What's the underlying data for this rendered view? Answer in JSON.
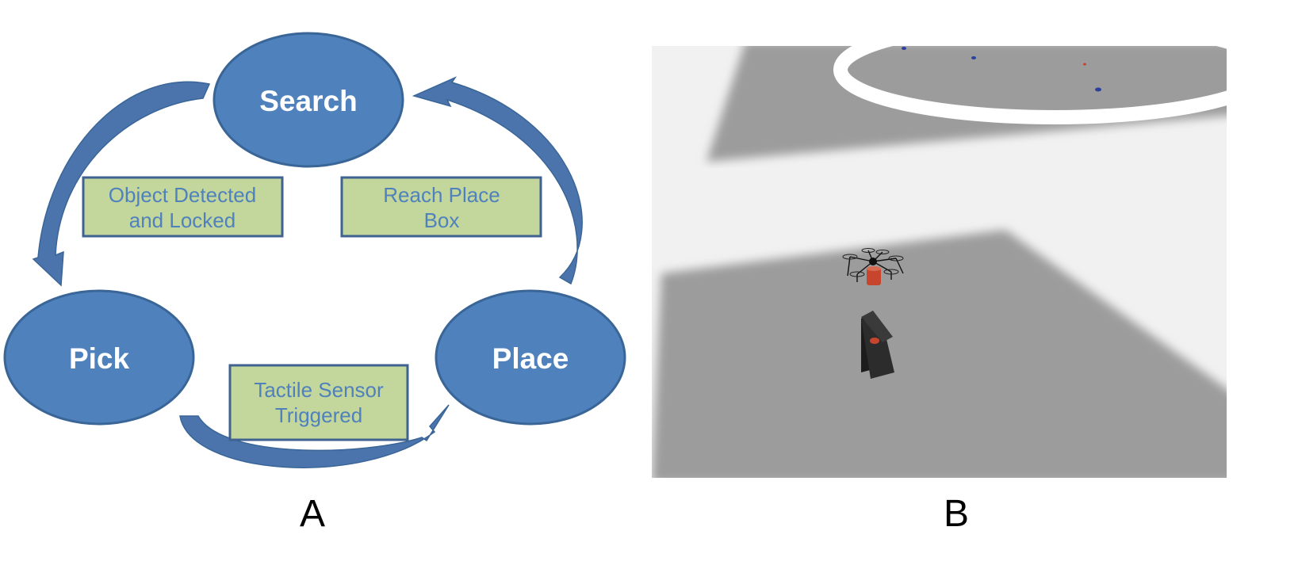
{
  "panel_a": {
    "states": {
      "search": "Search",
      "pick": "Pick",
      "place": "Place"
    },
    "conditions": {
      "search_to_pick": [
        "Object Detected",
        "and Locked"
      ],
      "place_to_search": [
        "Reach Place",
        "Box"
      ],
      "pick_to_place": [
        "Tactile Sensor",
        "Triggered"
      ]
    },
    "colors": {
      "state_fill": "#4f81bd",
      "state_stroke": "#3a6597",
      "arrow_fill": "#4a74ab",
      "condition_fill": "#c3d69b",
      "condition_stroke": "#3f6290",
      "condition_text": "#4f81bd"
    },
    "label": "A"
  },
  "panel_b": {
    "label": "B",
    "scene": "simulation-render",
    "colors": {
      "floor": "#f1f1f1",
      "platform": "#9c9c9c",
      "ring": "#ffffff",
      "box": "#2a2a2a",
      "payload": "#c8452d",
      "drone_frame": "#111111"
    }
  }
}
